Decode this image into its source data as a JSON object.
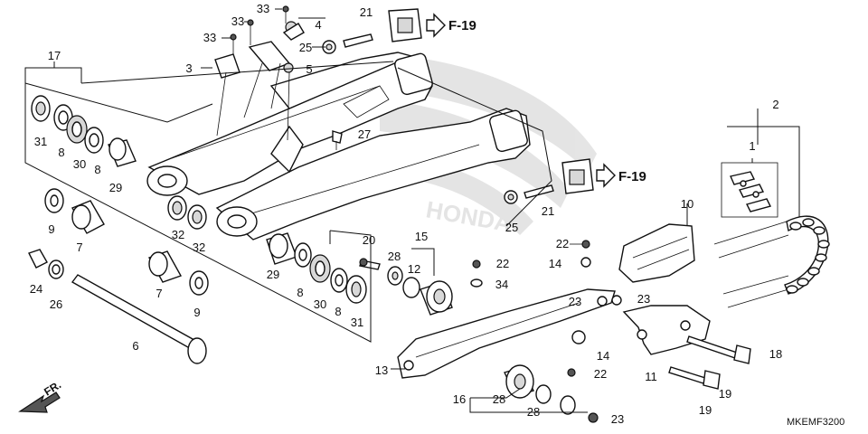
{
  "callouts": [
    {
      "id": "c1",
      "text": "1"
    },
    {
      "id": "c2",
      "text": "2"
    },
    {
      "id": "c3",
      "text": "3"
    },
    {
      "id": "c4",
      "text": "4"
    },
    {
      "id": "c5",
      "text": "5"
    },
    {
      "id": "c6",
      "text": "6"
    },
    {
      "id": "c7a",
      "text": "7"
    },
    {
      "id": "c7b",
      "text": "7"
    },
    {
      "id": "c8a",
      "text": "8"
    },
    {
      "id": "c8b",
      "text": "8"
    },
    {
      "id": "c8c",
      "text": "8"
    },
    {
      "id": "c8d",
      "text": "8"
    },
    {
      "id": "c9a",
      "text": "9"
    },
    {
      "id": "c9b",
      "text": "9"
    },
    {
      "id": "c10",
      "text": "10"
    },
    {
      "id": "c11",
      "text": "11"
    },
    {
      "id": "c12",
      "text": "12"
    },
    {
      "id": "c13",
      "text": "13"
    },
    {
      "id": "c14a",
      "text": "14"
    },
    {
      "id": "c14b",
      "text": "14"
    },
    {
      "id": "c15",
      "text": "15"
    },
    {
      "id": "c16",
      "text": "16"
    },
    {
      "id": "c17",
      "text": "17"
    },
    {
      "id": "c18",
      "text": "18"
    },
    {
      "id": "c19a",
      "text": "19"
    },
    {
      "id": "c19b",
      "text": "19"
    },
    {
      "id": "c20",
      "text": "20"
    },
    {
      "id": "c21a",
      "text": "21"
    },
    {
      "id": "c21b",
      "text": "21"
    },
    {
      "id": "c22a",
      "text": "22"
    },
    {
      "id": "c22b",
      "text": "22"
    },
    {
      "id": "c22c",
      "text": "22"
    },
    {
      "id": "c23a",
      "text": "23"
    },
    {
      "id": "c23b",
      "text": "23"
    },
    {
      "id": "c23c",
      "text": "23"
    },
    {
      "id": "c24",
      "text": "24"
    },
    {
      "id": "c25a",
      "text": "25"
    },
    {
      "id": "c25b",
      "text": "25"
    },
    {
      "id": "c26",
      "text": "26"
    },
    {
      "id": "c27",
      "text": "27"
    },
    {
      "id": "c28a",
      "text": "28"
    },
    {
      "id": "c28b",
      "text": "28"
    },
    {
      "id": "c28c",
      "text": "28"
    },
    {
      "id": "c29a",
      "text": "29"
    },
    {
      "id": "c29b",
      "text": "29"
    },
    {
      "id": "c30a",
      "text": "30"
    },
    {
      "id": "c30b",
      "text": "30"
    },
    {
      "id": "c31a",
      "text": "31"
    },
    {
      "id": "c31b",
      "text": "31"
    },
    {
      "id": "c32a",
      "text": "32"
    },
    {
      "id": "c32b",
      "text": "32"
    },
    {
      "id": "c33a",
      "text": "33"
    },
    {
      "id": "c33b",
      "text": "33"
    },
    {
      "id": "c33c",
      "text": "33"
    },
    {
      "id": "c34",
      "text": "34"
    }
  ],
  "references": {
    "ref_top": "F-19",
    "ref_mid": "F-19"
  },
  "direction": {
    "label": "FR."
  },
  "diagram_code": "MKEMF3200",
  "watermark": {
    "text": "HONDA",
    "color": "#cfcfcf"
  }
}
